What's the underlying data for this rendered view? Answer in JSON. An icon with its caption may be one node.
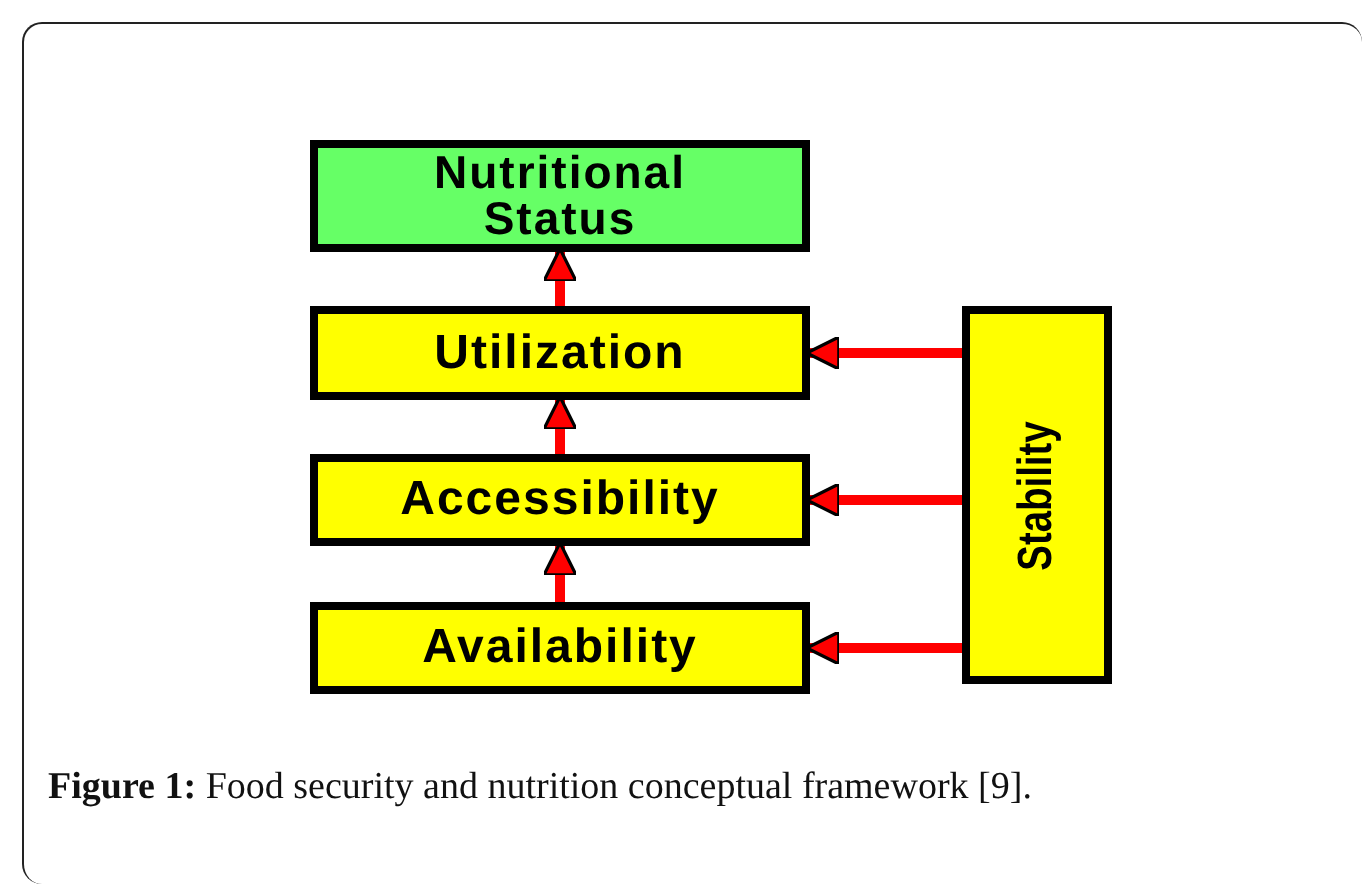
{
  "diagram": {
    "caption": "**Figure 1:** Food security and nutrition conceptual framework [9].",
    "nodes": [
      {
        "text": [
          "Nutritional Status"
        ]
      },
      {
        "text": [
          "Utilization"
        ]
      },
      {
        "text": [
          "Accessibility"
        ]
      },
      {
        "text": [
          "Availability"
        ]
      },
      {
        "text": [
          "Stability"
        ]
      }
    ],
    "edges": [
      {
        "from": 3,
        "to": 2,
        "arrow": "to"
      },
      {
        "from": 2,
        "to": 1,
        "arrow": "to"
      },
      {
        "from": 1,
        "to": 0,
        "arrow": "to"
      },
      {
        "from": 4,
        "to": 1,
        "arrow": "to"
      },
      {
        "from": 4,
        "to": 2,
        "arrow": "to"
      },
      {
        "from": 4,
        "to": 3,
        "arrow": "to"
      }
    ]
  }
}
